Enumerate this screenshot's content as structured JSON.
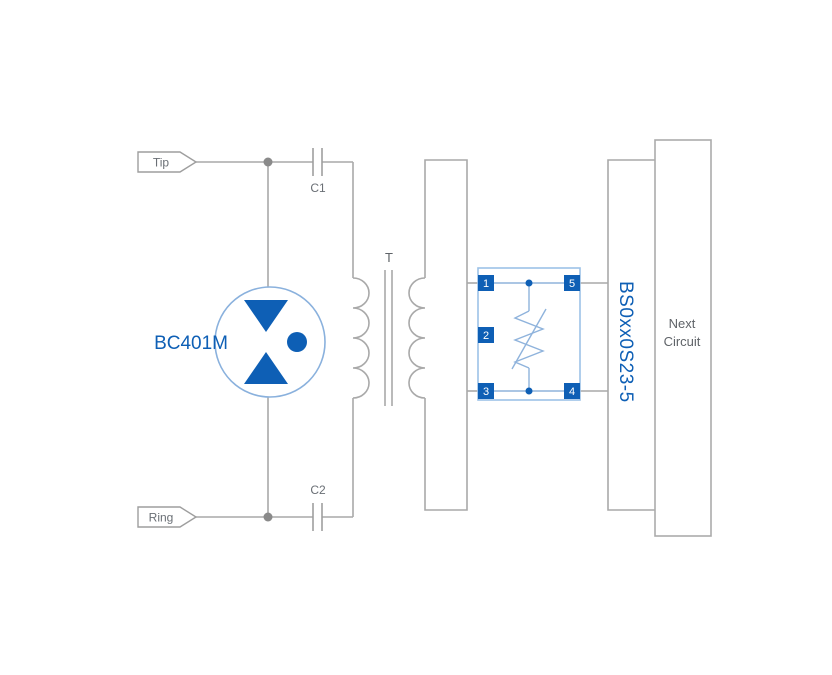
{
  "diagram": {
    "type": "circuit-schematic",
    "terminals": {
      "tip": "Tip",
      "ring": "Ring"
    },
    "components": {
      "protector_ic": "BC401M",
      "cap1": "C1",
      "cap2": "C2",
      "transformer": "T",
      "sidactor": "BS0xx0S23-5",
      "next_circuit_line1": "Next",
      "next_circuit_line2": "Circuit"
    },
    "pins": {
      "pin1": "1",
      "pin2": "2",
      "pin3": "3",
      "pin4": "4",
      "pin5": "5"
    },
    "colors": {
      "blue": "#0e5fb5",
      "light_blue": "#8fb3dc",
      "device_box_blue": "#9cc2e8",
      "wire_gray": "#a9a9a9",
      "text_gray": "#5f6368"
    }
  }
}
